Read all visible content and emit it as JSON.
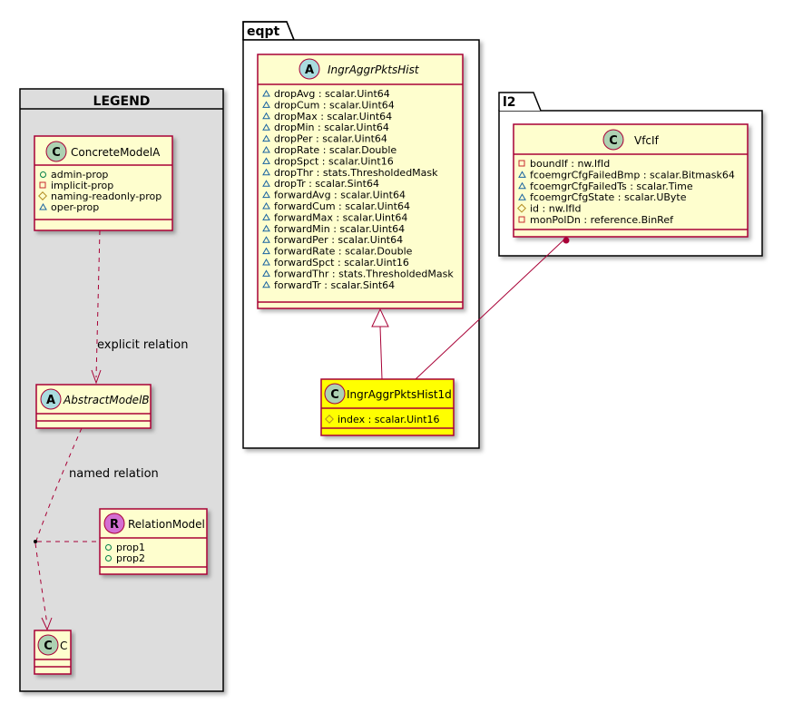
{
  "legend": {
    "title": "LEGEND",
    "concrete": {
      "name": "ConcreteModelA",
      "glyph": "C",
      "props": [
        {
          "vis": "+",
          "text": "admin-prop"
        },
        {
          "vis": "-",
          "text": "implicit-prop"
        },
        {
          "vis": "#",
          "text": "naming-readonly-prop"
        },
        {
          "vis": "~",
          "text": "oper-prop"
        }
      ]
    },
    "abstract": {
      "name": "AbstractModelB",
      "glyph": "A"
    },
    "relation": {
      "name": "RelationModel",
      "glyph": "R",
      "props": [
        {
          "vis": "+",
          "text": "prop1"
        },
        {
          "vis": "+",
          "text": "prop2"
        }
      ]
    },
    "c": {
      "name": "C",
      "glyph": "C"
    },
    "explicit_label": "explicit relation",
    "named_label": "named relation"
  },
  "eqpt": {
    "package": "eqpt",
    "hist": {
      "name": "IngrAggrPktsHist",
      "glyph": "A",
      "props": [
        {
          "vis": "~",
          "text": "dropAvg : scalar.Uint64"
        },
        {
          "vis": "~",
          "text": "dropCum : scalar.Uint64"
        },
        {
          "vis": "~",
          "text": "dropMax : scalar.Uint64"
        },
        {
          "vis": "~",
          "text": "dropMin : scalar.Uint64"
        },
        {
          "vis": "~",
          "text": "dropPer : scalar.Uint64"
        },
        {
          "vis": "~",
          "text": "dropRate : scalar.Double"
        },
        {
          "vis": "~",
          "text": "dropSpct : scalar.Uint16"
        },
        {
          "vis": "~",
          "text": "dropThr : stats.ThresholdedMask"
        },
        {
          "vis": "~",
          "text": "dropTr : scalar.Sint64"
        },
        {
          "vis": "~",
          "text": "forwardAvg : scalar.Uint64"
        },
        {
          "vis": "~",
          "text": "forwardCum : scalar.Uint64"
        },
        {
          "vis": "~",
          "text": "forwardMax : scalar.Uint64"
        },
        {
          "vis": "~",
          "text": "forwardMin : scalar.Uint64"
        },
        {
          "vis": "~",
          "text": "forwardPer : scalar.Uint64"
        },
        {
          "vis": "~",
          "text": "forwardRate : scalar.Double"
        },
        {
          "vis": "~",
          "text": "forwardSpct : scalar.Uint16"
        },
        {
          "vis": "~",
          "text": "forwardThr : stats.ThresholdedMask"
        },
        {
          "vis": "~",
          "text": "forwardTr : scalar.Sint64"
        }
      ]
    },
    "hist1d": {
      "name": "IngrAggrPktsHist1d",
      "glyph": "C",
      "props": [
        {
          "vis": "#",
          "text": "index : scalar.Uint16"
        }
      ]
    }
  },
  "l2": {
    "package": "l2",
    "vfcif": {
      "name": "VfcIf",
      "glyph": "C",
      "props": [
        {
          "vis": "-",
          "text": "boundIf : nw.IfId"
        },
        {
          "vis": "~",
          "text": "fcoemgrCfgFailedBmp : scalar.Bitmask64"
        },
        {
          "vis": "~",
          "text": "fcoemgrCfgFailedTs : scalar.Time"
        },
        {
          "vis": "~",
          "text": "fcoemgrCfgState : scalar.UByte"
        },
        {
          "vis": "#",
          "text": "id : nw.IfId"
        },
        {
          "vis": "-",
          "text": "monPolDn : reference.BinRef"
        }
      ]
    }
  },
  "colors": {
    "class_fill": "#FEFECE",
    "border": "#A80036",
    "highlight": "#FFFF00",
    "legend_bg": "#DDDDDD",
    "circle_c": "#ADD1B2",
    "circle_a": "#A9DCDF",
    "circle_r": "#D36FD2"
  }
}
